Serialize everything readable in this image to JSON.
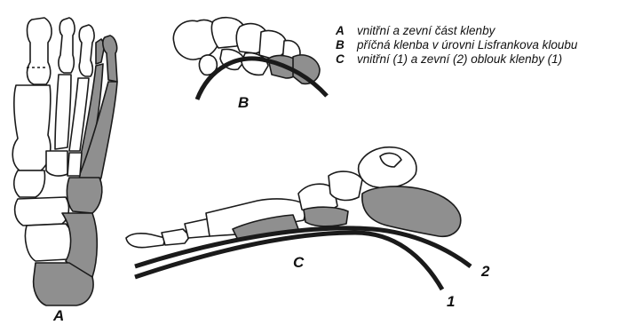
{
  "legend": [
    {
      "key": "A",
      "text": "vnitřní a zevní část klenby"
    },
    {
      "key": "B",
      "text": "příčná klenba v úrovni Lisfrankova kloubu"
    },
    {
      "key": "C",
      "text": "vnitřní (1) a zevní (2) oblouk klenby (1)"
    }
  ],
  "labels": {
    "a": "A",
    "b": "B",
    "c": "C",
    "arch1": "1",
    "arch2": "2"
  },
  "colors": {
    "outline": "#1a1a1a",
    "shaded_bone": "#8f8f8f",
    "bone": "#ffffff"
  }
}
